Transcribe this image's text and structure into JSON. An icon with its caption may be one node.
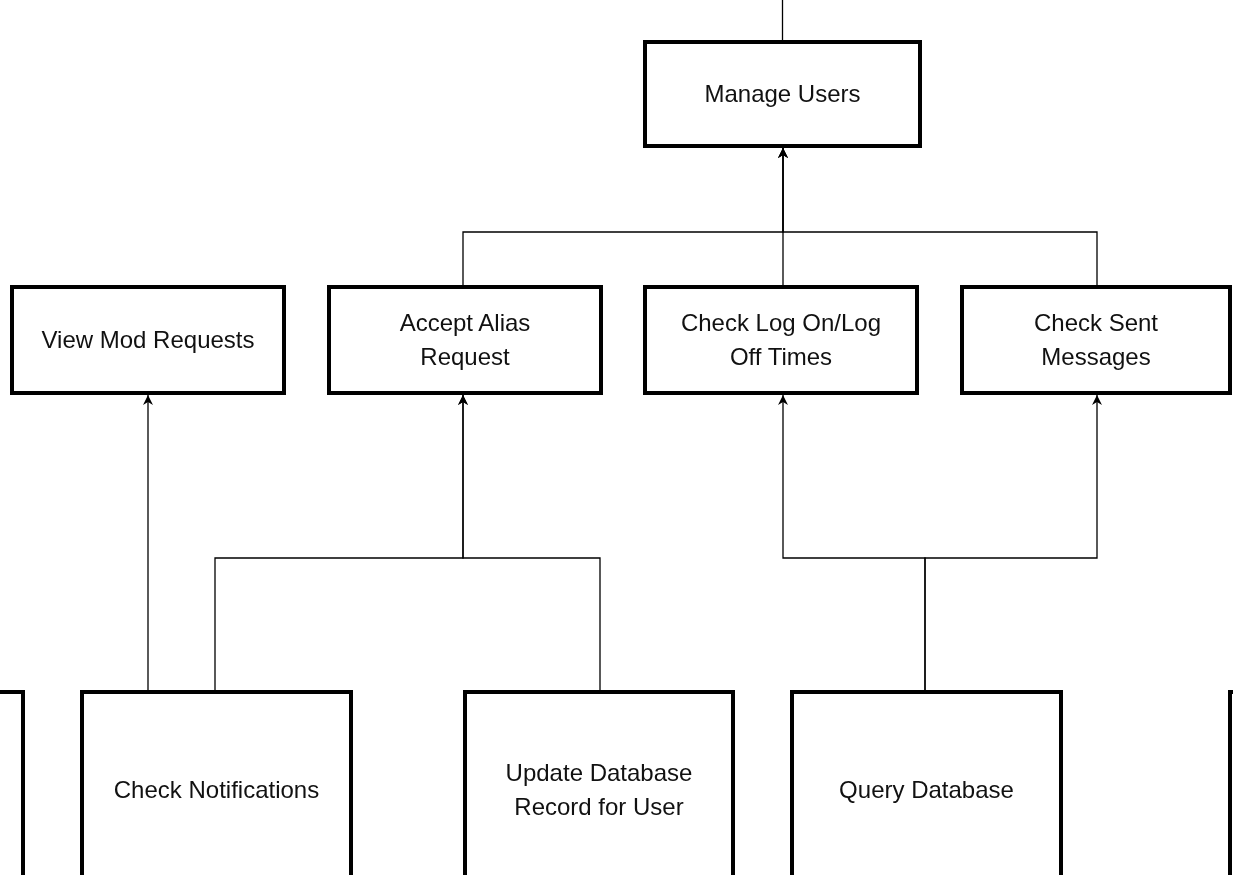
{
  "diagram": {
    "nodes": [
      {
        "text": [
          "Manage Users"
        ]
      },
      {
        "text": [
          "View Mod Requests"
        ]
      },
      {
        "text": [
          "Accept Alias Request"
        ]
      },
      {
        "text": [
          "Check Log On/Log Off Times"
        ]
      },
      {
        "text": [
          "Check Sent Messages"
        ]
      },
      {
        "text": [],
        "shape": "box"
      },
      {
        "text": [
          "Check Notifications"
        ]
      },
      {
        "text": [
          "Update Database Record for User"
        ]
      },
      {
        "text": [
          "Query Database"
        ]
      },
      {
        "text": [],
        "shape": "box"
      }
    ],
    "edges": [
      {
        "from": null,
        "to": 0,
        "arrow": "none"
      },
      {
        "from": 2,
        "to": 0,
        "arrow": "to"
      },
      {
        "from": 3,
        "to": 0,
        "arrow": "to"
      },
      {
        "from": 4,
        "to": 0,
        "arrow": "to"
      },
      {
        "from": 6,
        "to": 1,
        "arrow": "to"
      },
      {
        "from": 6,
        "to": 2,
        "arrow": "to"
      },
      {
        "from": 7,
        "to": 2,
        "arrow": "to"
      },
      {
        "from": 8,
        "to": 3,
        "arrow": "to"
      },
      {
        "from": 8,
        "to": 4,
        "arrow": "to"
      }
    ]
  }
}
